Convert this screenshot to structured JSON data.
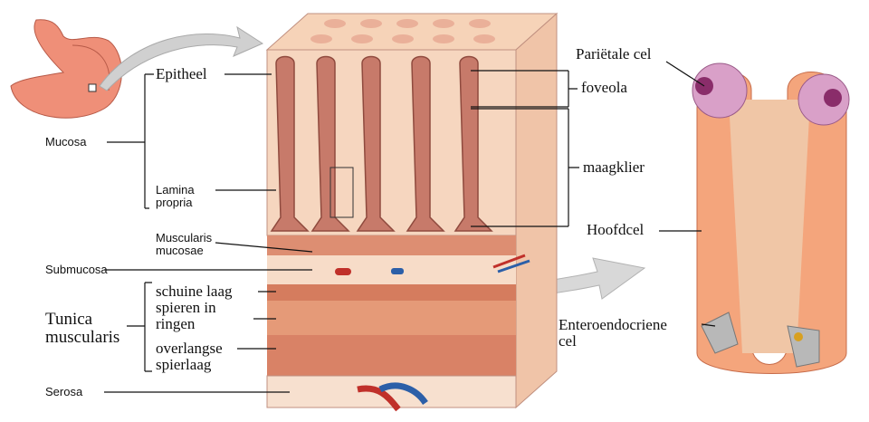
{
  "labels": {
    "epitheel": "Epitheel",
    "mucosa": "Mucosa",
    "lamina_propria": [
      "Lamina",
      "propria"
    ],
    "muscularis_mucosae": [
      "Muscularis",
      "mucosae"
    ],
    "submucosa": "Submucosa",
    "schuine_laag": "schuine laag",
    "spieren_in_ringen": [
      "spieren in",
      "ringen"
    ],
    "tunica_muscularis": [
      "Tunica",
      "muscularis"
    ],
    "overlangse_spierlaag": [
      "overlangse",
      "spierlaag"
    ],
    "serosa": "Serosa",
    "parietale_cel": "Pariëtale cel",
    "foveola": "foveola",
    "maagklier": "maagklier",
    "hoofdcel": "Hoofdcel",
    "enteroendocriene_cel": [
      "Enteroendocriene",
      "cel"
    ]
  },
  "colors": {
    "mucosa": "#f2c8a8",
    "gland": "#c77a6a",
    "muscle": "#d98a6a",
    "chief_cell": "#f3a27a",
    "parietal_cell": "#d9a0c8",
    "arrow": "#d0d0d0"
  }
}
